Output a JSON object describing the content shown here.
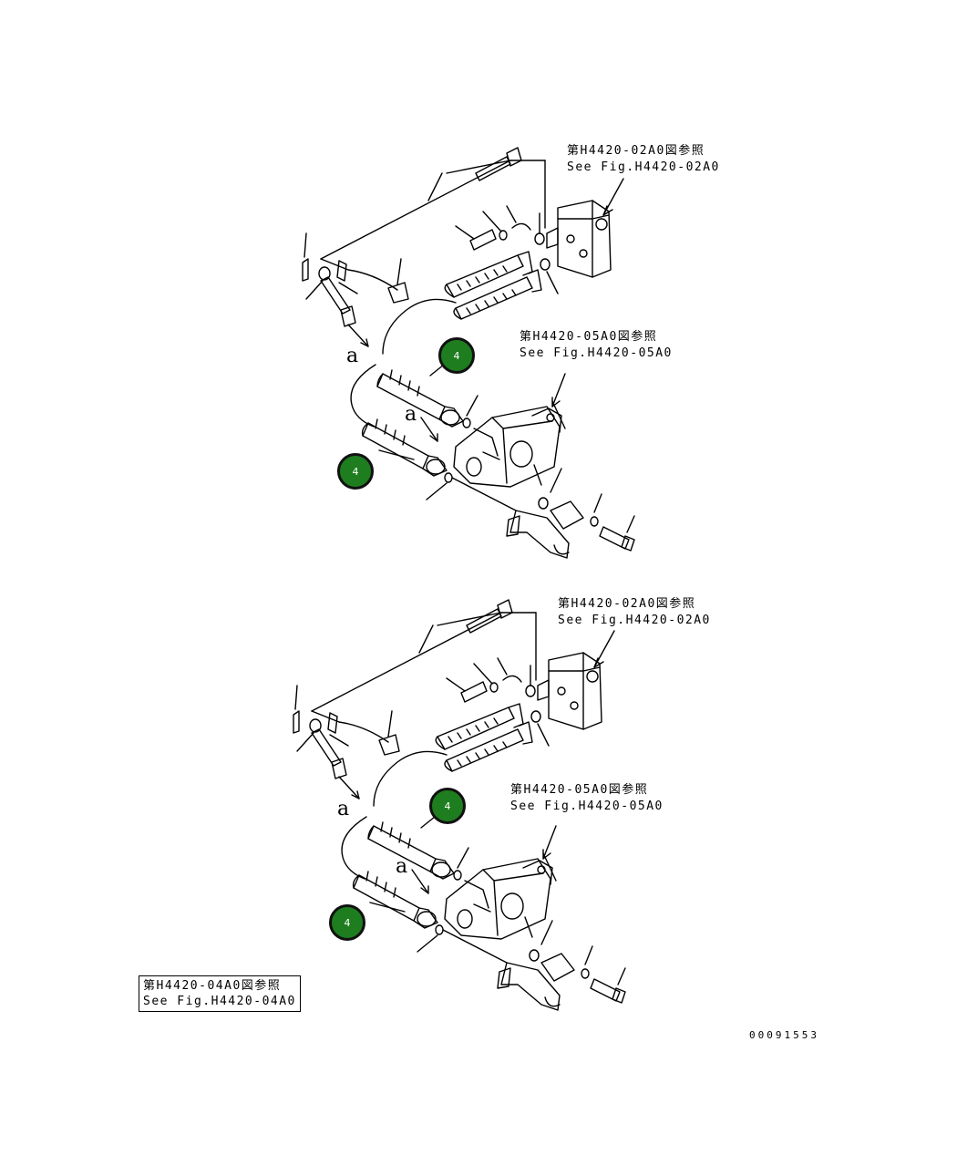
{
  "diagrams": [
    {
      "ref_valve": {
        "jp": "第H4420-02A0図参照",
        "en": "See Fig.H4420-02A0"
      },
      "ref_pump": {
        "jp": "第H4420-05A0図参照",
        "en": "See Fig.H4420-05A0"
      },
      "callouts": [
        "4",
        "4"
      ],
      "letters": [
        "a",
        "a"
      ]
    },
    {
      "ref_valve": {
        "jp": "第H4420-02A0図参照",
        "en": "See Fig.H4420-02A0"
      },
      "ref_pump": {
        "jp": "第H4420-05A0図参照",
        "en": "See Fig.H4420-05A0"
      },
      "callouts": [
        "4",
        "4"
      ],
      "letters": [
        "a",
        "a"
      ]
    }
  ],
  "ref_box": {
    "jp": "第H4420-04A0図参照",
    "en": "See Fig.H4420-04A0"
  },
  "drawing_code": "00091553",
  "colors": {
    "callout_fill": "#1e7d1e",
    "line": "#000000"
  }
}
